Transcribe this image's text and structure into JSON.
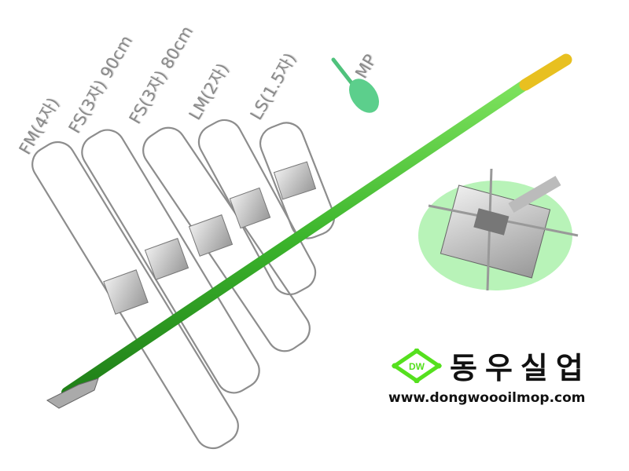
{
  "labels": {
    "fm": "FM(4자)",
    "fs90": "FS(3자) 90cm",
    "fs80": "FS(3자) 80cm",
    "lm": "LM(2자)",
    "ls": "LS(1.5자)",
    "mp": "MP"
  },
  "brand": {
    "logo_text": "DW",
    "name": "동우실업",
    "url": "www.dongwoooilmop.com"
  },
  "colors": {
    "handle": "#3cb52c",
    "grip": "#e8c020",
    "logo": "#55e01e",
    "inset": "#b8f3b8"
  }
}
